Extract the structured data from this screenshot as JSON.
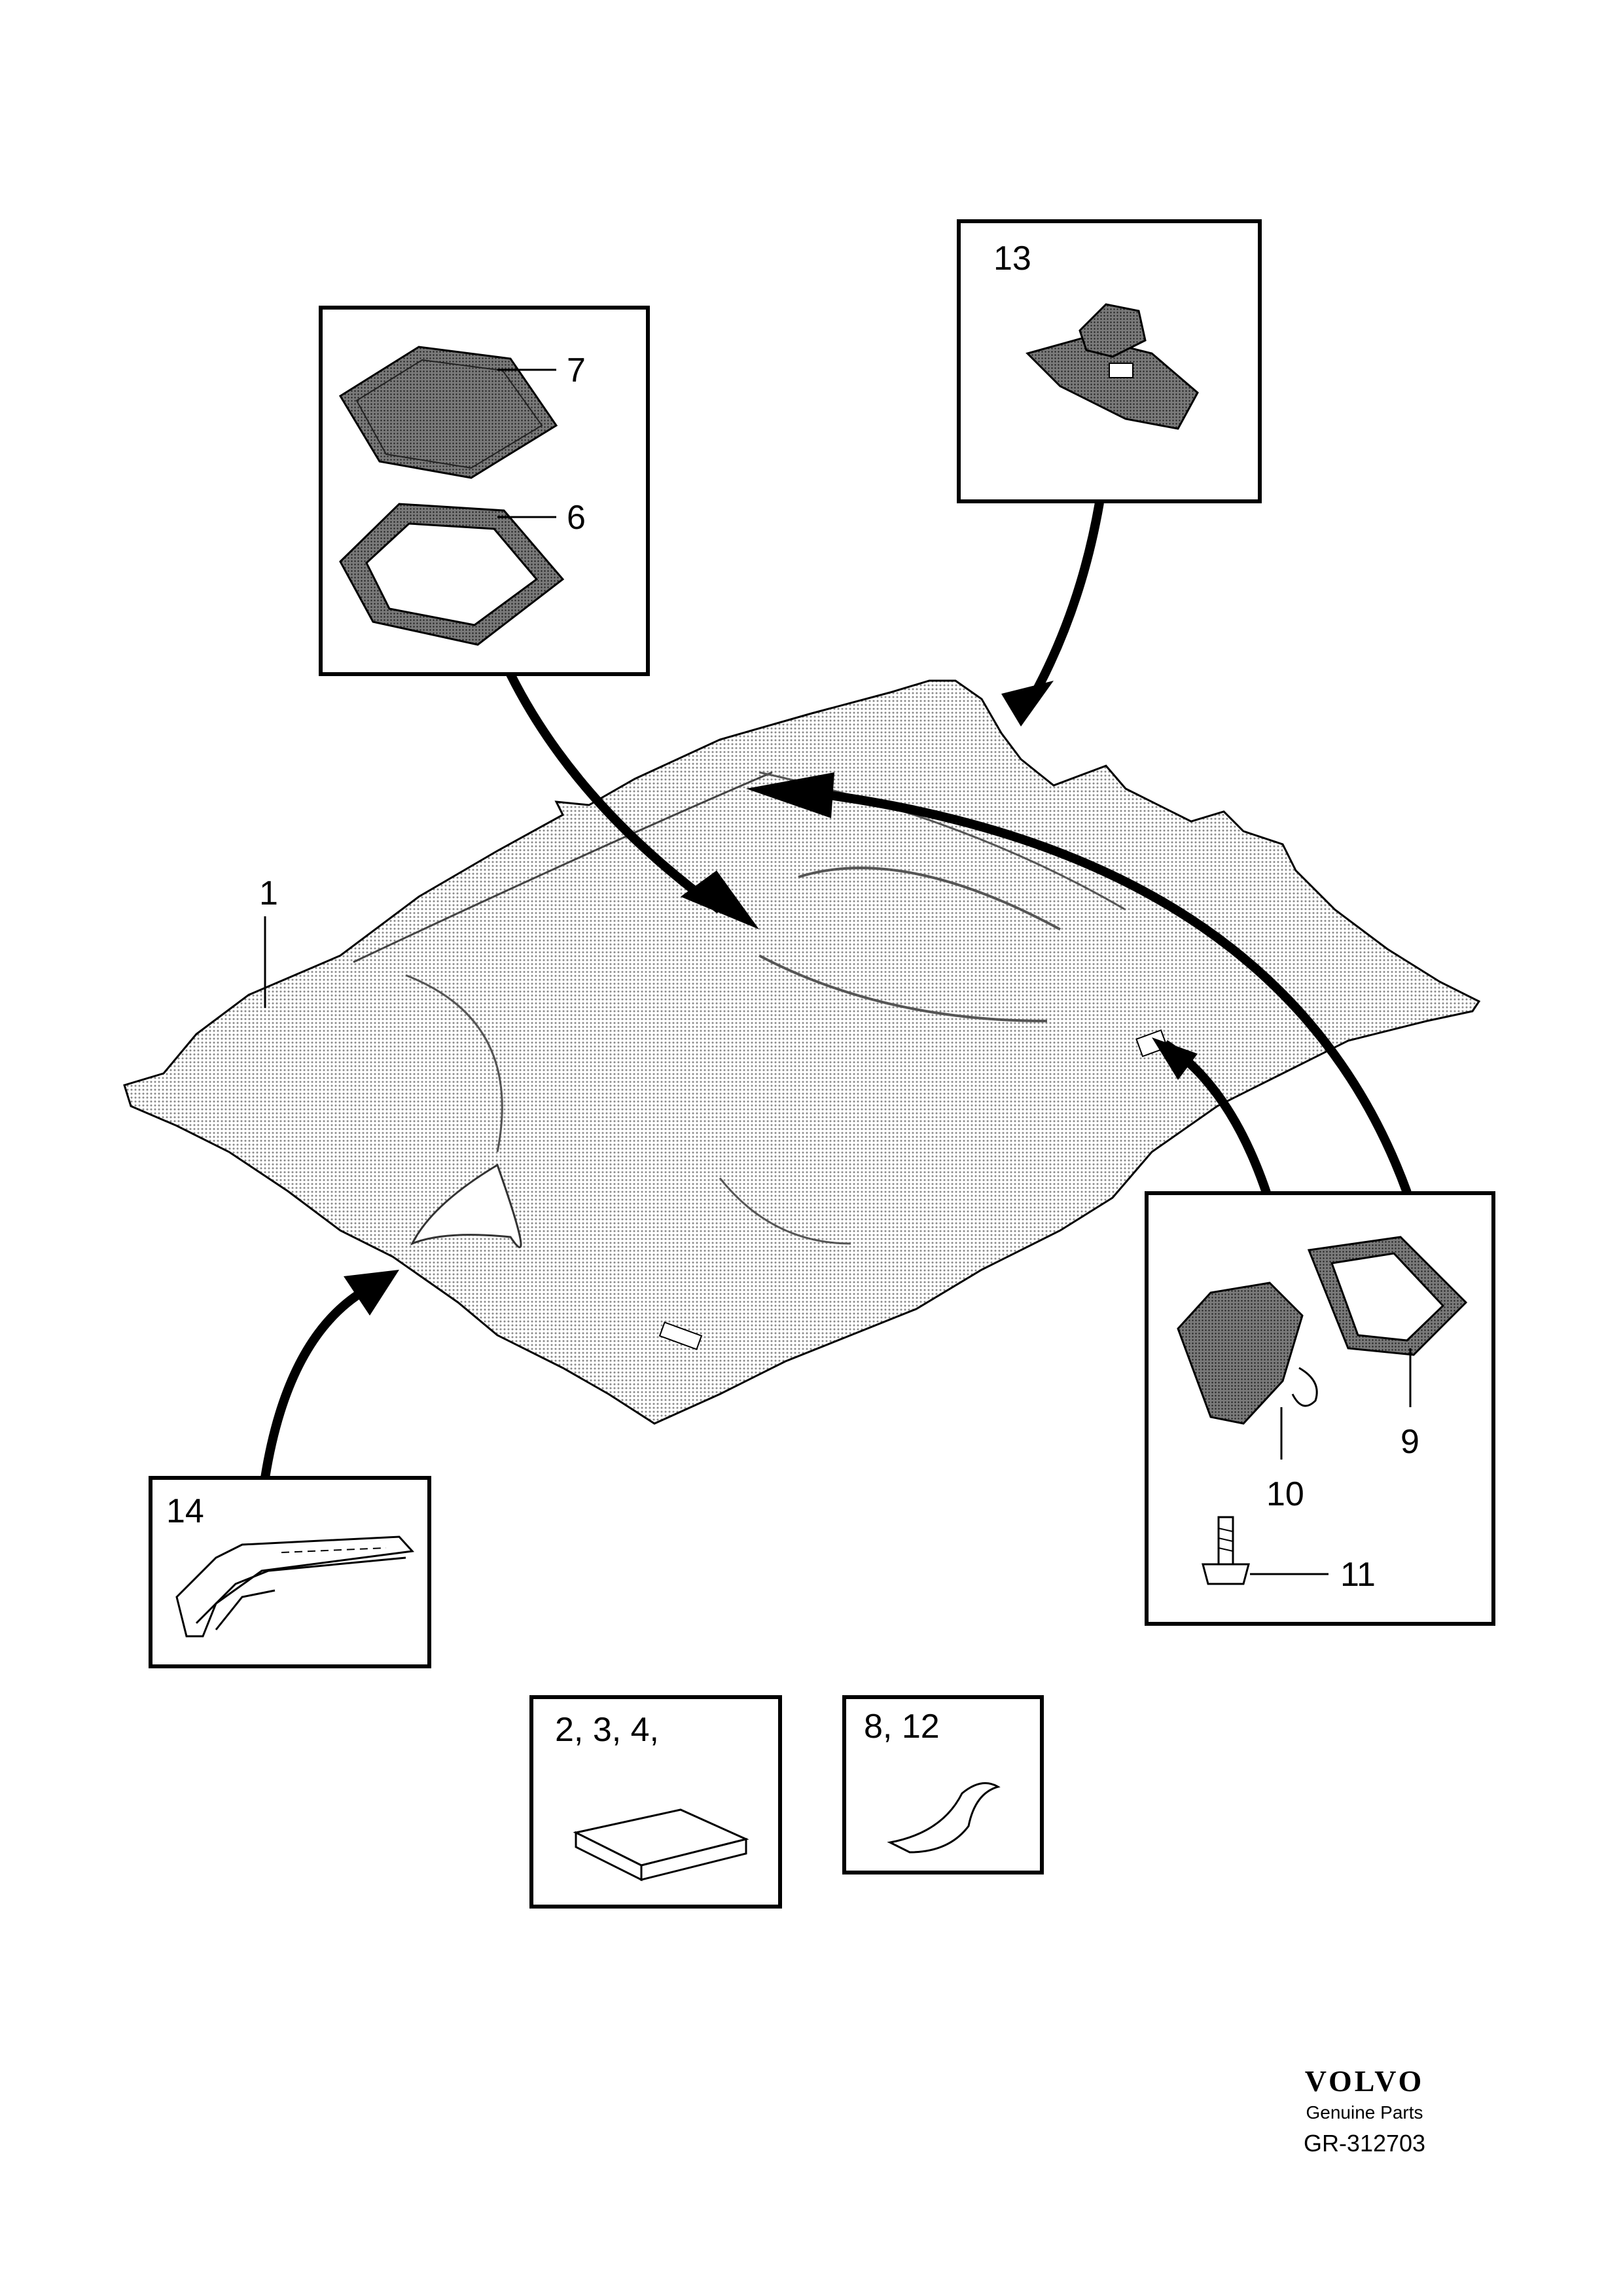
{
  "callouts": {
    "c1": "1",
    "c6": "6",
    "c7": "7",
    "c9": "9",
    "c10": "10",
    "c11": "11",
    "c13": "13",
    "c14": "14",
    "c_2_3_4": "2,  3,  4,",
    "c_8_12": "8, 12"
  },
  "branding": {
    "logo": "VOLVO",
    "tagline": "Genuine Parts",
    "ref": "GR-312703"
  },
  "colors": {
    "line": "#000000",
    "paper": "#ffffff",
    "shade": "#9a9a9a"
  },
  "icons": [
    "headliner",
    "frame-part",
    "cover-part",
    "clip-part",
    "screw-part",
    "rail-part",
    "pad-part",
    "tape-part",
    "arrow"
  ]
}
